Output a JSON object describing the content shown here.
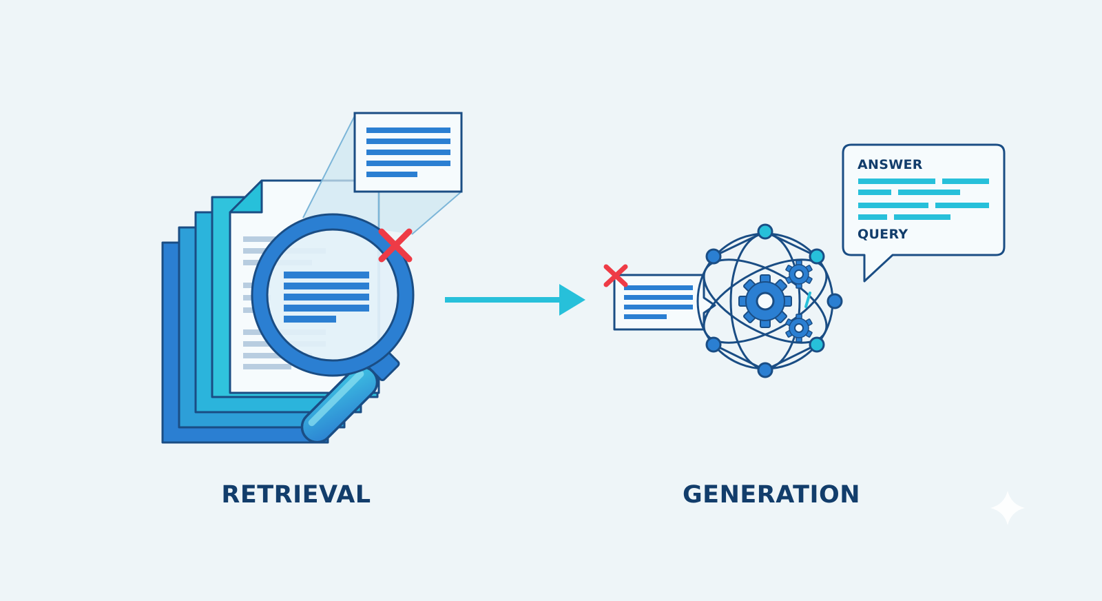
{
  "stages": {
    "retrieval": {
      "label": "RETRIEVAL"
    },
    "generation": {
      "label": "GENERATION"
    }
  },
  "output_bubble": {
    "answer_label": "ANSWER",
    "query_label": "QUERY"
  },
  "icons": [
    "document-stack-icon",
    "magnifying-glass-icon",
    "zoomed-document-icon",
    "rejected-x-icon",
    "flow-arrow-icon",
    "context-document-icon",
    "ai-network-icon",
    "gear-icon",
    "speech-bubble-icon",
    "sparkle-icon"
  ],
  "colors": {
    "background": "#eef5f8",
    "text": "#123d6b",
    "outline": "#1a4d84",
    "primary_blue": "#2b7fd2",
    "cyan": "#27c0da",
    "reject_red": "#ee3b46"
  }
}
